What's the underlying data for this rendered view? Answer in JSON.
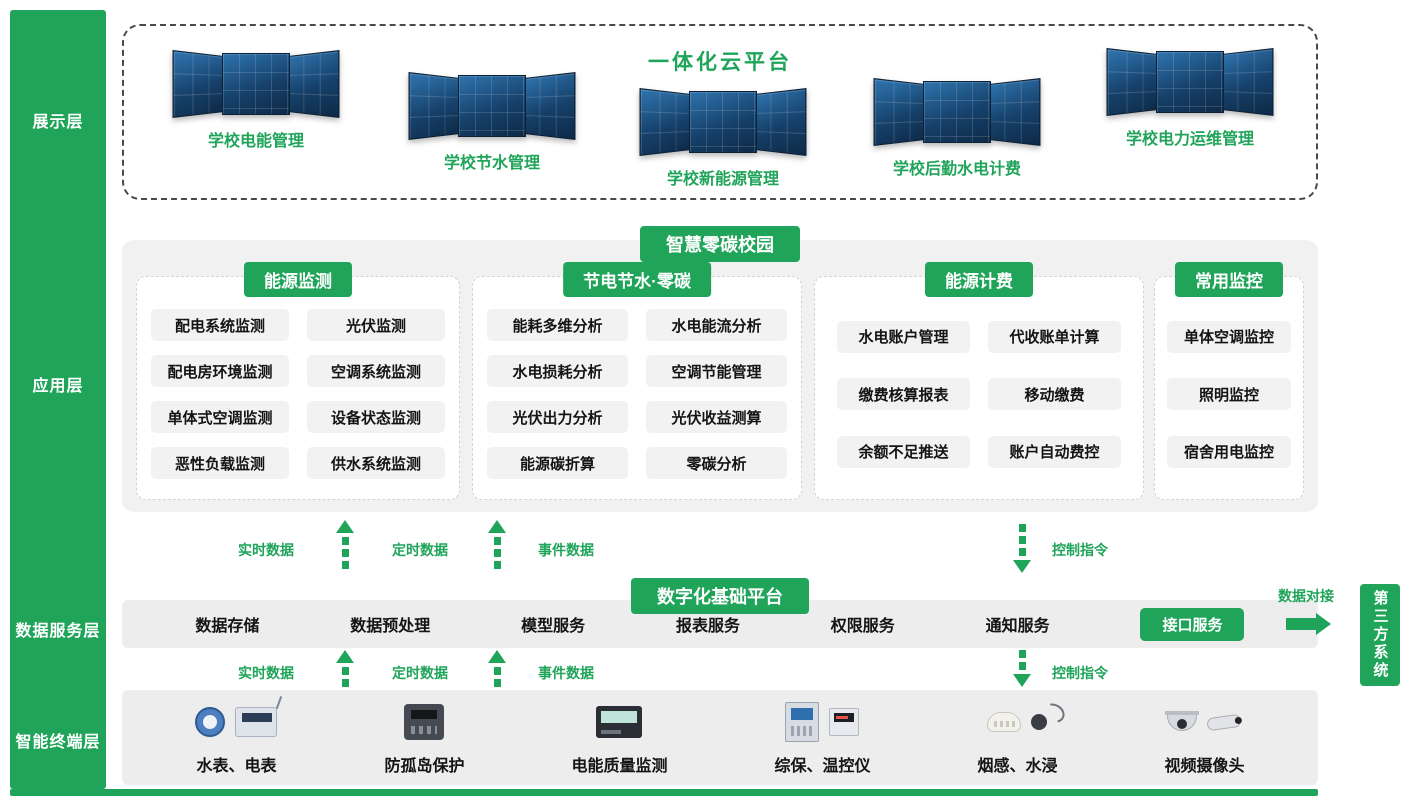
{
  "colors": {
    "accent_green": "#1fa45a",
    "layer_bar_gray": "#ededed"
  },
  "sidebar": {
    "layers": [
      "展示层",
      "应用层",
      "数据服务层",
      "智能终端层"
    ]
  },
  "display_layer": {
    "title": "一体化云平台",
    "screens": [
      "学校电能管理",
      "学校节水管理",
      "学校新能源管理",
      "学校后勤水电计费",
      "学校电力运维管理"
    ]
  },
  "application_layer": {
    "badge": "智慧零碳校园",
    "panels": [
      {
        "title": "能源监测",
        "items": [
          "配电系统监测",
          "光伏监测",
          "配电房环境监测",
          "空调系统监测",
          "单体式空调监测",
          "设备状态监测",
          "恶性负载监测",
          "供水系统监测"
        ]
      },
      {
        "title": "节电节水·零碳",
        "items": [
          "能耗多维分析",
          "水电能流分析",
          "水电损耗分析",
          "空调节能管理",
          "光伏出力分析",
          "光伏收益测算",
          "能源碳折算",
          "零碳分析"
        ]
      },
      {
        "title": "能源计费",
        "items": [
          "水电账户管理",
          "代收账单计算",
          "缴费核算报表",
          "移动缴费",
          "余额不足推送",
          "账户自动费控"
        ]
      },
      {
        "title": "常用监控",
        "items": [
          "单体空调监控",
          "照明监控",
          "宿舍用电监控"
        ]
      }
    ]
  },
  "flows": {
    "realtime": "实时数据",
    "scheduled": "定时数据",
    "event": "事件数据",
    "control": "控制指令"
  },
  "data_service_layer": {
    "badge": "数字化基础平台",
    "services": [
      "数据存储",
      "数据预处理",
      "模型服务",
      "报表服务",
      "权限服务",
      "通知服务"
    ],
    "interface_service": "接口服务",
    "data_link": "数据对接",
    "third_party": "第三方系统"
  },
  "terminal_layer": {
    "devices": [
      "水表、电表",
      "防孤岛保护",
      "电能质量监测",
      "综保、温控仪",
      "烟感、水浸",
      "视频摄像头"
    ]
  }
}
